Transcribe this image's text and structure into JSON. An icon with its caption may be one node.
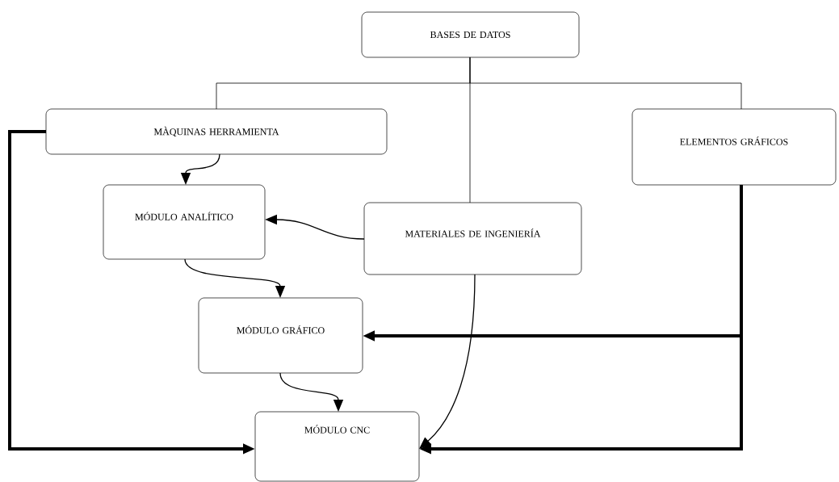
{
  "diagram": {
    "nodes": [
      {
        "text": [
          "BASES DE DATOS"
        ]
      },
      {
        "text": [
          "MÀQUINAS HERRAMIENTA"
        ]
      },
      {
        "text": [
          "ELEMENTOS GRÁFICOS"
        ]
      },
      {
        "text": [
          "MÓDULO ANALÍTICO"
        ]
      },
      {
        "text": [
          "MATERIALES DE INGENIERÍA"
        ]
      },
      {
        "text": [
          "MÓDULO GRÁFICO"
        ]
      },
      {
        "text": [
          "MÓDULO CNC"
        ]
      }
    ],
    "edges": [
      {
        "from": 0,
        "to": 1,
        "arrow": "none"
      },
      {
        "from": 0,
        "to": 4,
        "arrow": "none"
      },
      {
        "from": 0,
        "to": 2,
        "arrow": "none"
      },
      {
        "from": 1,
        "to": 3,
        "arrow": "to"
      },
      {
        "from": 4,
        "to": 3,
        "arrow": "to"
      },
      {
        "from": 3,
        "to": 5,
        "arrow": "to"
      },
      {
        "from": 5,
        "to": 6,
        "arrow": "to"
      },
      {
        "from": 4,
        "to": 6,
        "arrow": "to"
      },
      {
        "from": 2,
        "to": 5,
        "arrow": "to",
        "style": "thick"
      },
      {
        "from": 2,
        "to": 6,
        "arrow": "to",
        "style": "thick"
      },
      {
        "from": 1,
        "to": 6,
        "arrow": "to",
        "style": "thick"
      }
    ]
  }
}
